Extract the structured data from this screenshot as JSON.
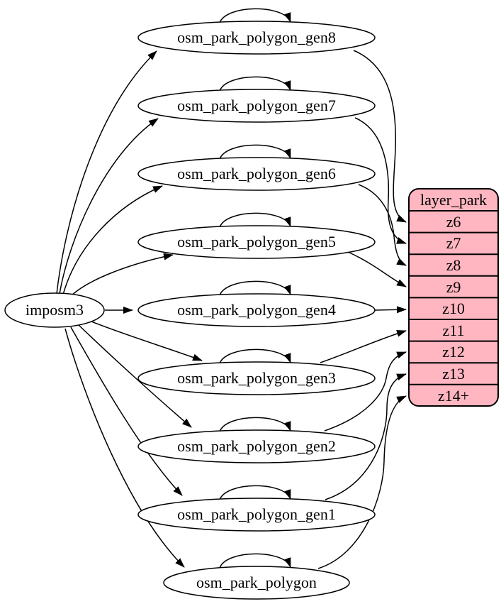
{
  "colors": {
    "table_fill": "#ffb6c1",
    "node_fill": "#ffffff",
    "line": "#000000"
  },
  "nodes": {
    "imposm3": {
      "label": "imposm3"
    },
    "gen8": {
      "label": "osm_park_polygon_gen8"
    },
    "gen7": {
      "label": "osm_park_polygon_gen7"
    },
    "gen6": {
      "label": "osm_park_polygon_gen6"
    },
    "gen5": {
      "label": "osm_park_polygon_gen5"
    },
    "gen4": {
      "label": "osm_park_polygon_gen4"
    },
    "gen3": {
      "label": "osm_park_polygon_gen3"
    },
    "gen2": {
      "label": "osm_park_polygon_gen2"
    },
    "gen1": {
      "label": "osm_park_polygon_gen1"
    },
    "polygon": {
      "label": "osm_park_polygon"
    }
  },
  "table": {
    "header": "layer_park",
    "rows": [
      {
        "label": "z6"
      },
      {
        "label": "z7"
      },
      {
        "label": "z8"
      },
      {
        "label": "z9"
      },
      {
        "label": "z10"
      },
      {
        "label": "z11"
      },
      {
        "label": "z12"
      },
      {
        "label": "z13"
      },
      {
        "label": "z14+"
      }
    ]
  },
  "edges": [
    {
      "from": "imposm3",
      "to": "osm_park_polygon_gen8"
    },
    {
      "from": "imposm3",
      "to": "osm_park_polygon_gen7"
    },
    {
      "from": "imposm3",
      "to": "osm_park_polygon_gen6"
    },
    {
      "from": "imposm3",
      "to": "osm_park_polygon_gen5"
    },
    {
      "from": "imposm3",
      "to": "osm_park_polygon_gen4"
    },
    {
      "from": "imposm3",
      "to": "osm_park_polygon_gen3"
    },
    {
      "from": "imposm3",
      "to": "osm_park_polygon_gen2"
    },
    {
      "from": "imposm3",
      "to": "osm_park_polygon_gen1"
    },
    {
      "from": "imposm3",
      "to": "osm_park_polygon"
    },
    {
      "from": "osm_park_polygon_gen8",
      "to": "osm_park_polygon_gen8",
      "self_loop": true
    },
    {
      "from": "osm_park_polygon_gen7",
      "to": "osm_park_polygon_gen7",
      "self_loop": true
    },
    {
      "from": "osm_park_polygon_gen6",
      "to": "osm_park_polygon_gen6",
      "self_loop": true
    },
    {
      "from": "osm_park_polygon_gen5",
      "to": "osm_park_polygon_gen5",
      "self_loop": true
    },
    {
      "from": "osm_park_polygon_gen4",
      "to": "osm_park_polygon_gen4",
      "self_loop": true
    },
    {
      "from": "osm_park_polygon_gen3",
      "to": "osm_park_polygon_gen3",
      "self_loop": true
    },
    {
      "from": "osm_park_polygon_gen2",
      "to": "osm_park_polygon_gen2",
      "self_loop": true
    },
    {
      "from": "osm_park_polygon_gen1",
      "to": "osm_park_polygon_gen1",
      "self_loop": true
    },
    {
      "from": "osm_park_polygon",
      "to": "osm_park_polygon",
      "self_loop": true
    },
    {
      "from": "osm_park_polygon_gen8",
      "to": "layer_park.z6"
    },
    {
      "from": "osm_park_polygon_gen7",
      "to": "layer_park.z7"
    },
    {
      "from": "osm_park_polygon_gen6",
      "to": "layer_park.z8"
    },
    {
      "from": "osm_park_polygon_gen5",
      "to": "layer_park.z9"
    },
    {
      "from": "osm_park_polygon_gen4",
      "to": "layer_park.z10"
    },
    {
      "from": "osm_park_polygon_gen3",
      "to": "layer_park.z11"
    },
    {
      "from": "osm_park_polygon_gen2",
      "to": "layer_park.z12"
    },
    {
      "from": "osm_park_polygon_gen1",
      "to": "layer_park.z13"
    },
    {
      "from": "osm_park_polygon",
      "to": "layer_park.z14+"
    }
  ]
}
